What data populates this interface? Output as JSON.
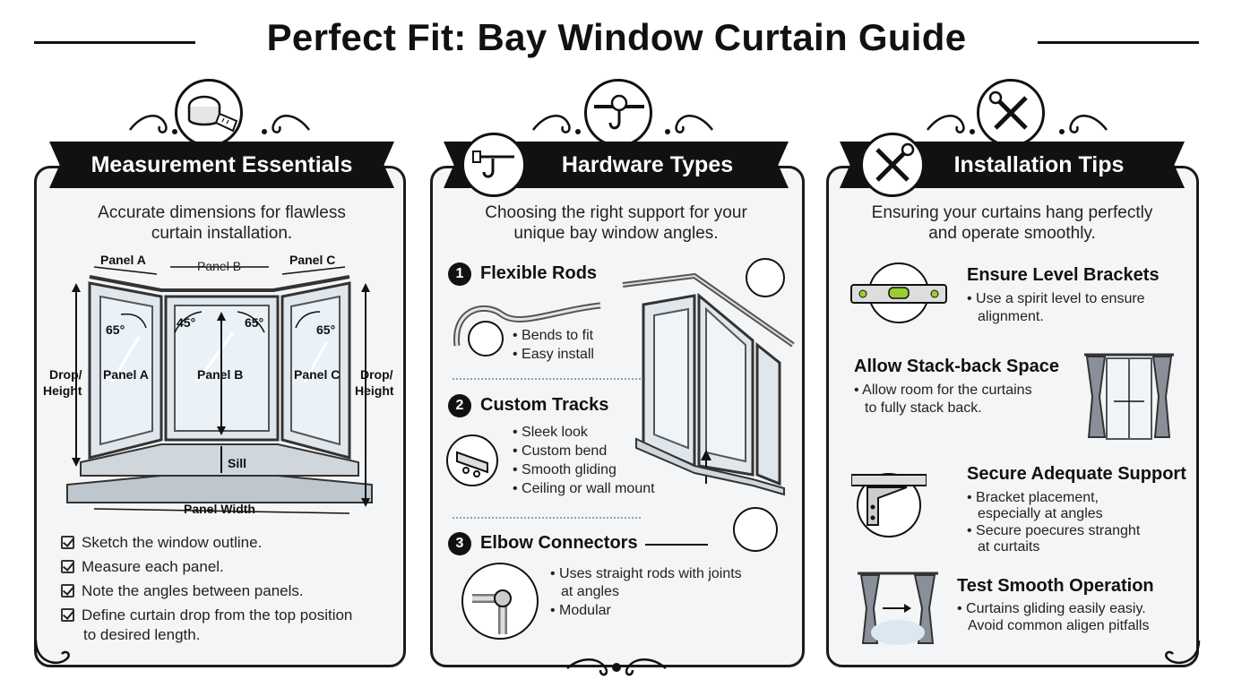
{
  "title": "Perfect Fit: Bay Window Curtain Guide",
  "measurement": {
    "heading": "Measurement Essentials",
    "icon": "tape-measure-icon",
    "subtitle_line1": "Accurate dimensions for flawless",
    "subtitle_line2": "curtain installation.",
    "diagram": {
      "panel_a_top": "Panel A",
      "panel_b_top": "Panel B",
      "panel_c_top": "Panel C",
      "angle_left": "65°",
      "angle_mid_left": "45°",
      "angle_mid_right": "65°",
      "angle_right": "65°",
      "panel_a": "Panel A",
      "panel_b": "Panel B",
      "panel_c": "Panel C",
      "drop_left_1": "Drop/",
      "drop_left_2": "Height",
      "drop_right_1": "Drop/",
      "drop_right_2": "Height",
      "sill": "Sill",
      "panel_width": "Panel Width"
    },
    "checklist": [
      "Sketch the window outline.",
      "Measure each panel.",
      "Note the angles between panels.",
      "Define curtain drop from the top position"
    ],
    "checklist_last_cont": "to desired length."
  },
  "hardware": {
    "heading": "Hardware Types",
    "icon": "rod-hook-icon",
    "subtitle_line1": "Choosing the right support for your",
    "subtitle_line2": "unique bay window angles.",
    "sections": [
      {
        "num": "1",
        "title": "Flexible Rods",
        "bullets": [
          "• Bends to fit",
          "• Easy install"
        ]
      },
      {
        "num": "2",
        "title": "Custom Tracks",
        "bullets": [
          "• Sleek look",
          "• Custom bend",
          "• Smooth gliding",
          "• Ceiling or wall mount"
        ]
      },
      {
        "num": "3",
        "title": "Elbow Connectors",
        "bullets": [
          "• Uses straight rods with joints",
          "at angles",
          "• Modular"
        ]
      }
    ]
  },
  "installation": {
    "heading": "Installation Tips",
    "icon": "tools-icon",
    "subtitle_line1": "Ensuring your curtains hang perfectly",
    "subtitle_line2": "and operate smoothly.",
    "tips": [
      {
        "title": "Ensure Level Brackets",
        "lines": [
          "• Use a spirit level to ensure",
          "alignment."
        ]
      },
      {
        "title": "Allow Stack-back Space",
        "lines": [
          "• Allow room for the curtains",
          "to fully stack back."
        ]
      },
      {
        "title": "Secure Adequate Support",
        "lines": [
          "• Bracket placement,",
          "especially at angles",
          "• Secure poecures stranght",
          "at curtaits"
        ]
      },
      {
        "title": "Test Smooth Operation",
        "lines": [
          "• Curtains gliding easily easiy.",
          "Avoid common aligen pitfalls"
        ]
      }
    ]
  }
}
